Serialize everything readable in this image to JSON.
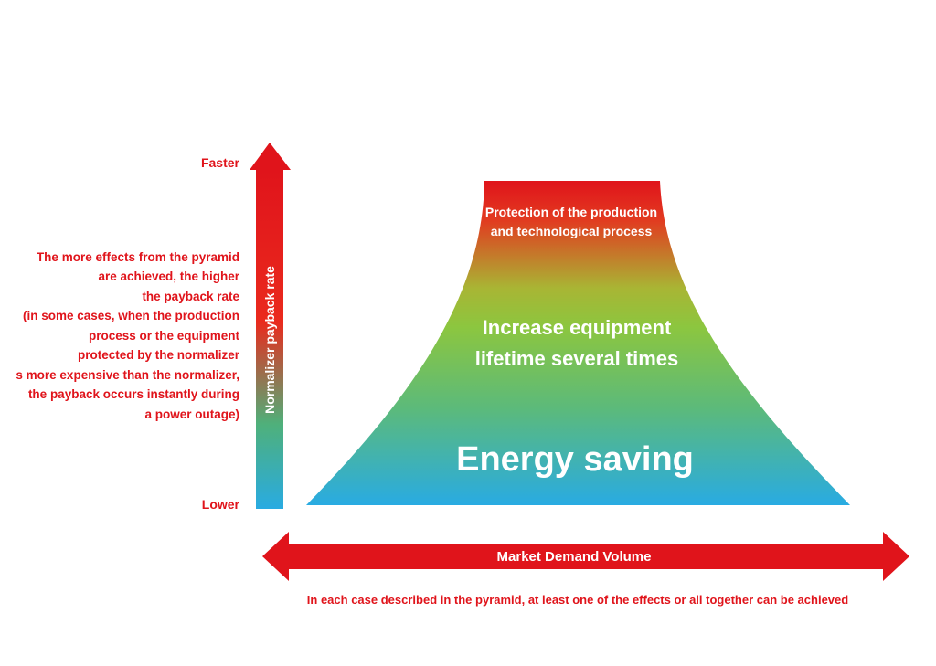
{
  "vertical_axis": {
    "top_label": "Faster",
    "bottom_label": "Lower",
    "title": "Normalizer payback rate"
  },
  "side_note": {
    "lines": [
      "The more effects from the pyramid",
      "are achieved, the higher",
      "the payback rate",
      "(in some cases, when the production",
      "process or the equipment",
      "protected by the normalizer",
      "s more expensive than the normalizer,",
      "the payback occurs instantly during",
      "a power outage)"
    ]
  },
  "pyramid": {
    "top": [
      "Protection of the production",
      "and technological process"
    ],
    "middle": [
      "Increase equipment",
      "lifetime several times"
    ],
    "bottom": "Energy saving"
  },
  "horizontal_axis": {
    "title": "Market Demand Volume"
  },
  "footnote": "In each case described in the pyramid, at least one of the effects or all together can be achieved",
  "colors": {
    "red": "#e0141b",
    "green": "#8cc63f",
    "blue": "#29abe2",
    "white": "#ffffff"
  }
}
